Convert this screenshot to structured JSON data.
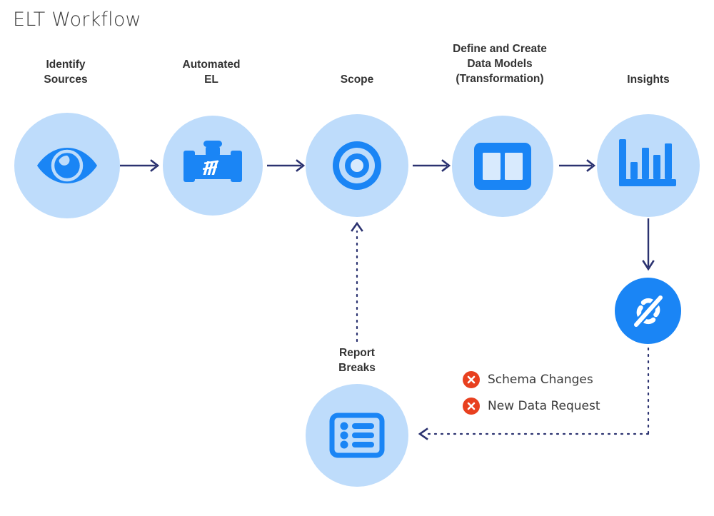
{
  "title": "ELT Workflow",
  "colors": {
    "bubble_fill": "#bedcfb",
    "icon_blue": "#1a85f5",
    "solid_circle": "#1a85f5",
    "arrow_navy": "#2b3270",
    "error_red": "#e8401f",
    "text_dark": "#333333",
    "background": "#ffffff"
  },
  "steps": [
    {
      "id": "identify-sources",
      "label": "Identify\nSources",
      "icon": "eye-icon"
    },
    {
      "id": "automated-el",
      "label": "Automated\nEL",
      "icon": "pipeline-valve-icon"
    },
    {
      "id": "scope",
      "label": "Scope",
      "icon": "target-icon"
    },
    {
      "id": "data-models",
      "label": "Define and Create\nData Models\n(Transformation)",
      "icon": "data-models-icon"
    },
    {
      "id": "insights",
      "label": "Insights",
      "icon": "bar-chart-icon"
    }
  ],
  "break_node": {
    "id": "broken-link",
    "icon": "broken-link-icon"
  },
  "report_breaks": {
    "id": "report-breaks",
    "label": "Report\nBreaks",
    "icon": "report-list-icon"
  },
  "legend": {
    "items": [
      {
        "icon": "error-x-icon",
        "label": "Schema Changes"
      },
      {
        "icon": "error-x-icon",
        "label": "New Data Request"
      }
    ]
  },
  "connectors": [
    {
      "id": "arrow-1",
      "type": "solid-arrow",
      "direction": "right"
    },
    {
      "id": "arrow-2",
      "type": "solid-arrow",
      "direction": "right"
    },
    {
      "id": "arrow-3",
      "type": "solid-arrow",
      "direction": "right"
    },
    {
      "id": "arrow-4",
      "type": "solid-arrow",
      "direction": "right"
    },
    {
      "id": "arrow-insights-to-break",
      "type": "solid-arrow",
      "direction": "down"
    },
    {
      "id": "dotted-break-to-report",
      "type": "dotted-arrow",
      "direction": "left"
    },
    {
      "id": "dotted-report-to-scope",
      "type": "dotted-arrow",
      "direction": "up"
    }
  ]
}
